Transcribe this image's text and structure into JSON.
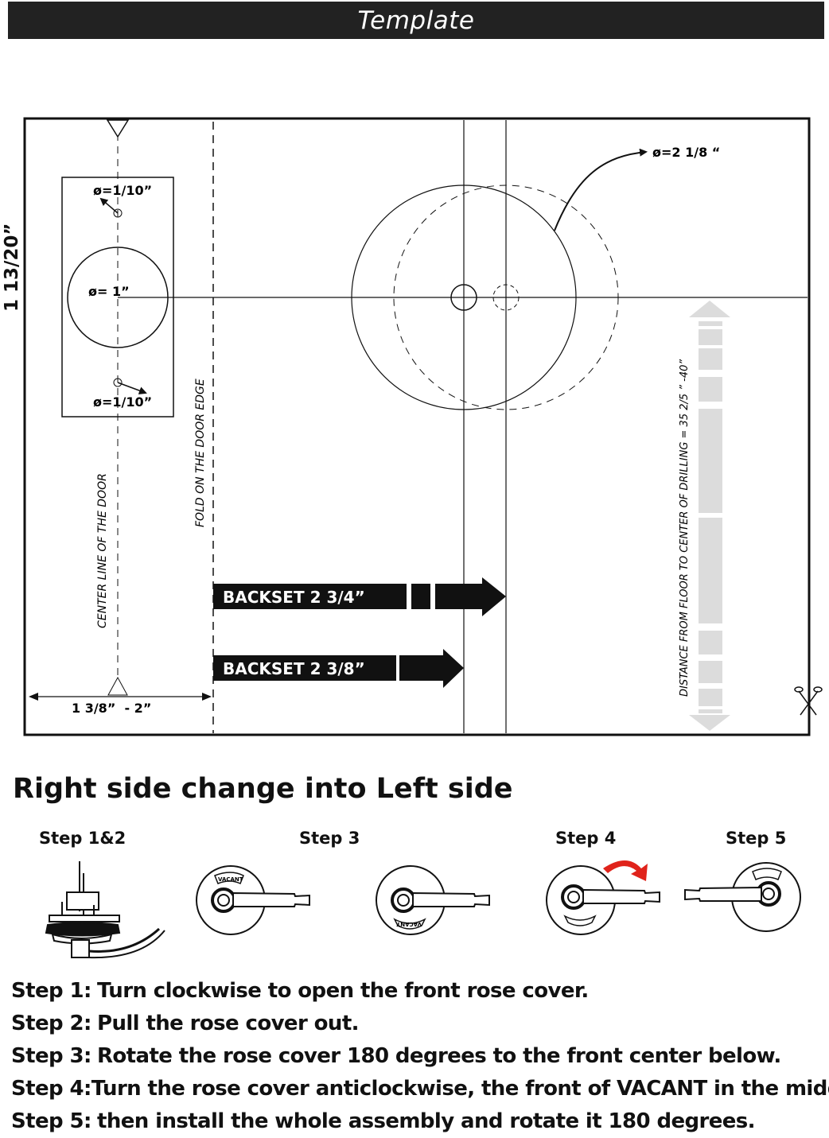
{
  "header": {
    "title": "Template"
  },
  "template": {
    "height_label": "1 13/20”",
    "upper_hole_label": "ø=1/10”",
    "center_hole_label": "ø= 1”",
    "lower_hole_label": "ø=1/10”",
    "big_hole_label": "ø=2 1/8 “",
    "center_line_label": "CENTER LINE OF THE DOOR",
    "fold_label": "FOLD ON THE DOOR EDGE",
    "backset_long": "BACKSET 2 3/4”",
    "backset_short": "BACKSET 2 3/8”",
    "door_thickness": "1 3/8”  - 2”",
    "distance_label": "DISTANCE FROM FLOOR TO CENTER OF DRILLING = 35 2/5 ” -40”",
    "rose_text_vacant": "VACANT",
    "rose_text_flipped": "VACANT"
  },
  "section": {
    "title": "Right side change into Left side"
  },
  "steps": [
    {
      "label": "Step 1&2"
    },
    {
      "label": "Step 3"
    },
    {
      "label": "Step 4"
    },
    {
      "label": "Step 5"
    }
  ],
  "instructions": [
    {
      "step": "Step 1:",
      "text": "Turn clockwise to open the front rose cover."
    },
    {
      "step": "Step 2:",
      "text": "Pull the rose cover out."
    },
    {
      "step": "Step 3:",
      "text": "Rotate the rose cover 180 degrees to the front center below."
    },
    {
      "step": "Step 4:",
      "text": "Turn the rose cover anticlockwise, the front of VACANT in the middle."
    },
    {
      "step": "Step 5:",
      "text": "then install the whole assembly and rotate it 180 degrees."
    }
  ],
  "colors": {
    "header_bg": "#222222",
    "rotate_arrow": "#e0231b",
    "distance_bar": "#dcdcdc"
  }
}
